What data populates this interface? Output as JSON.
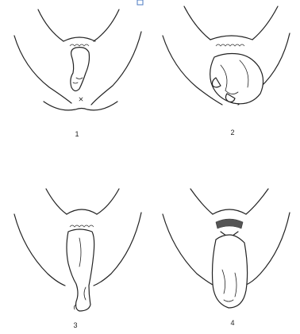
{
  "figure": {
    "panels": [
      {
        "label": "1"
      },
      {
        "label": "2"
      },
      {
        "label": "3"
      },
      {
        "label": "4"
      }
    ]
  }
}
